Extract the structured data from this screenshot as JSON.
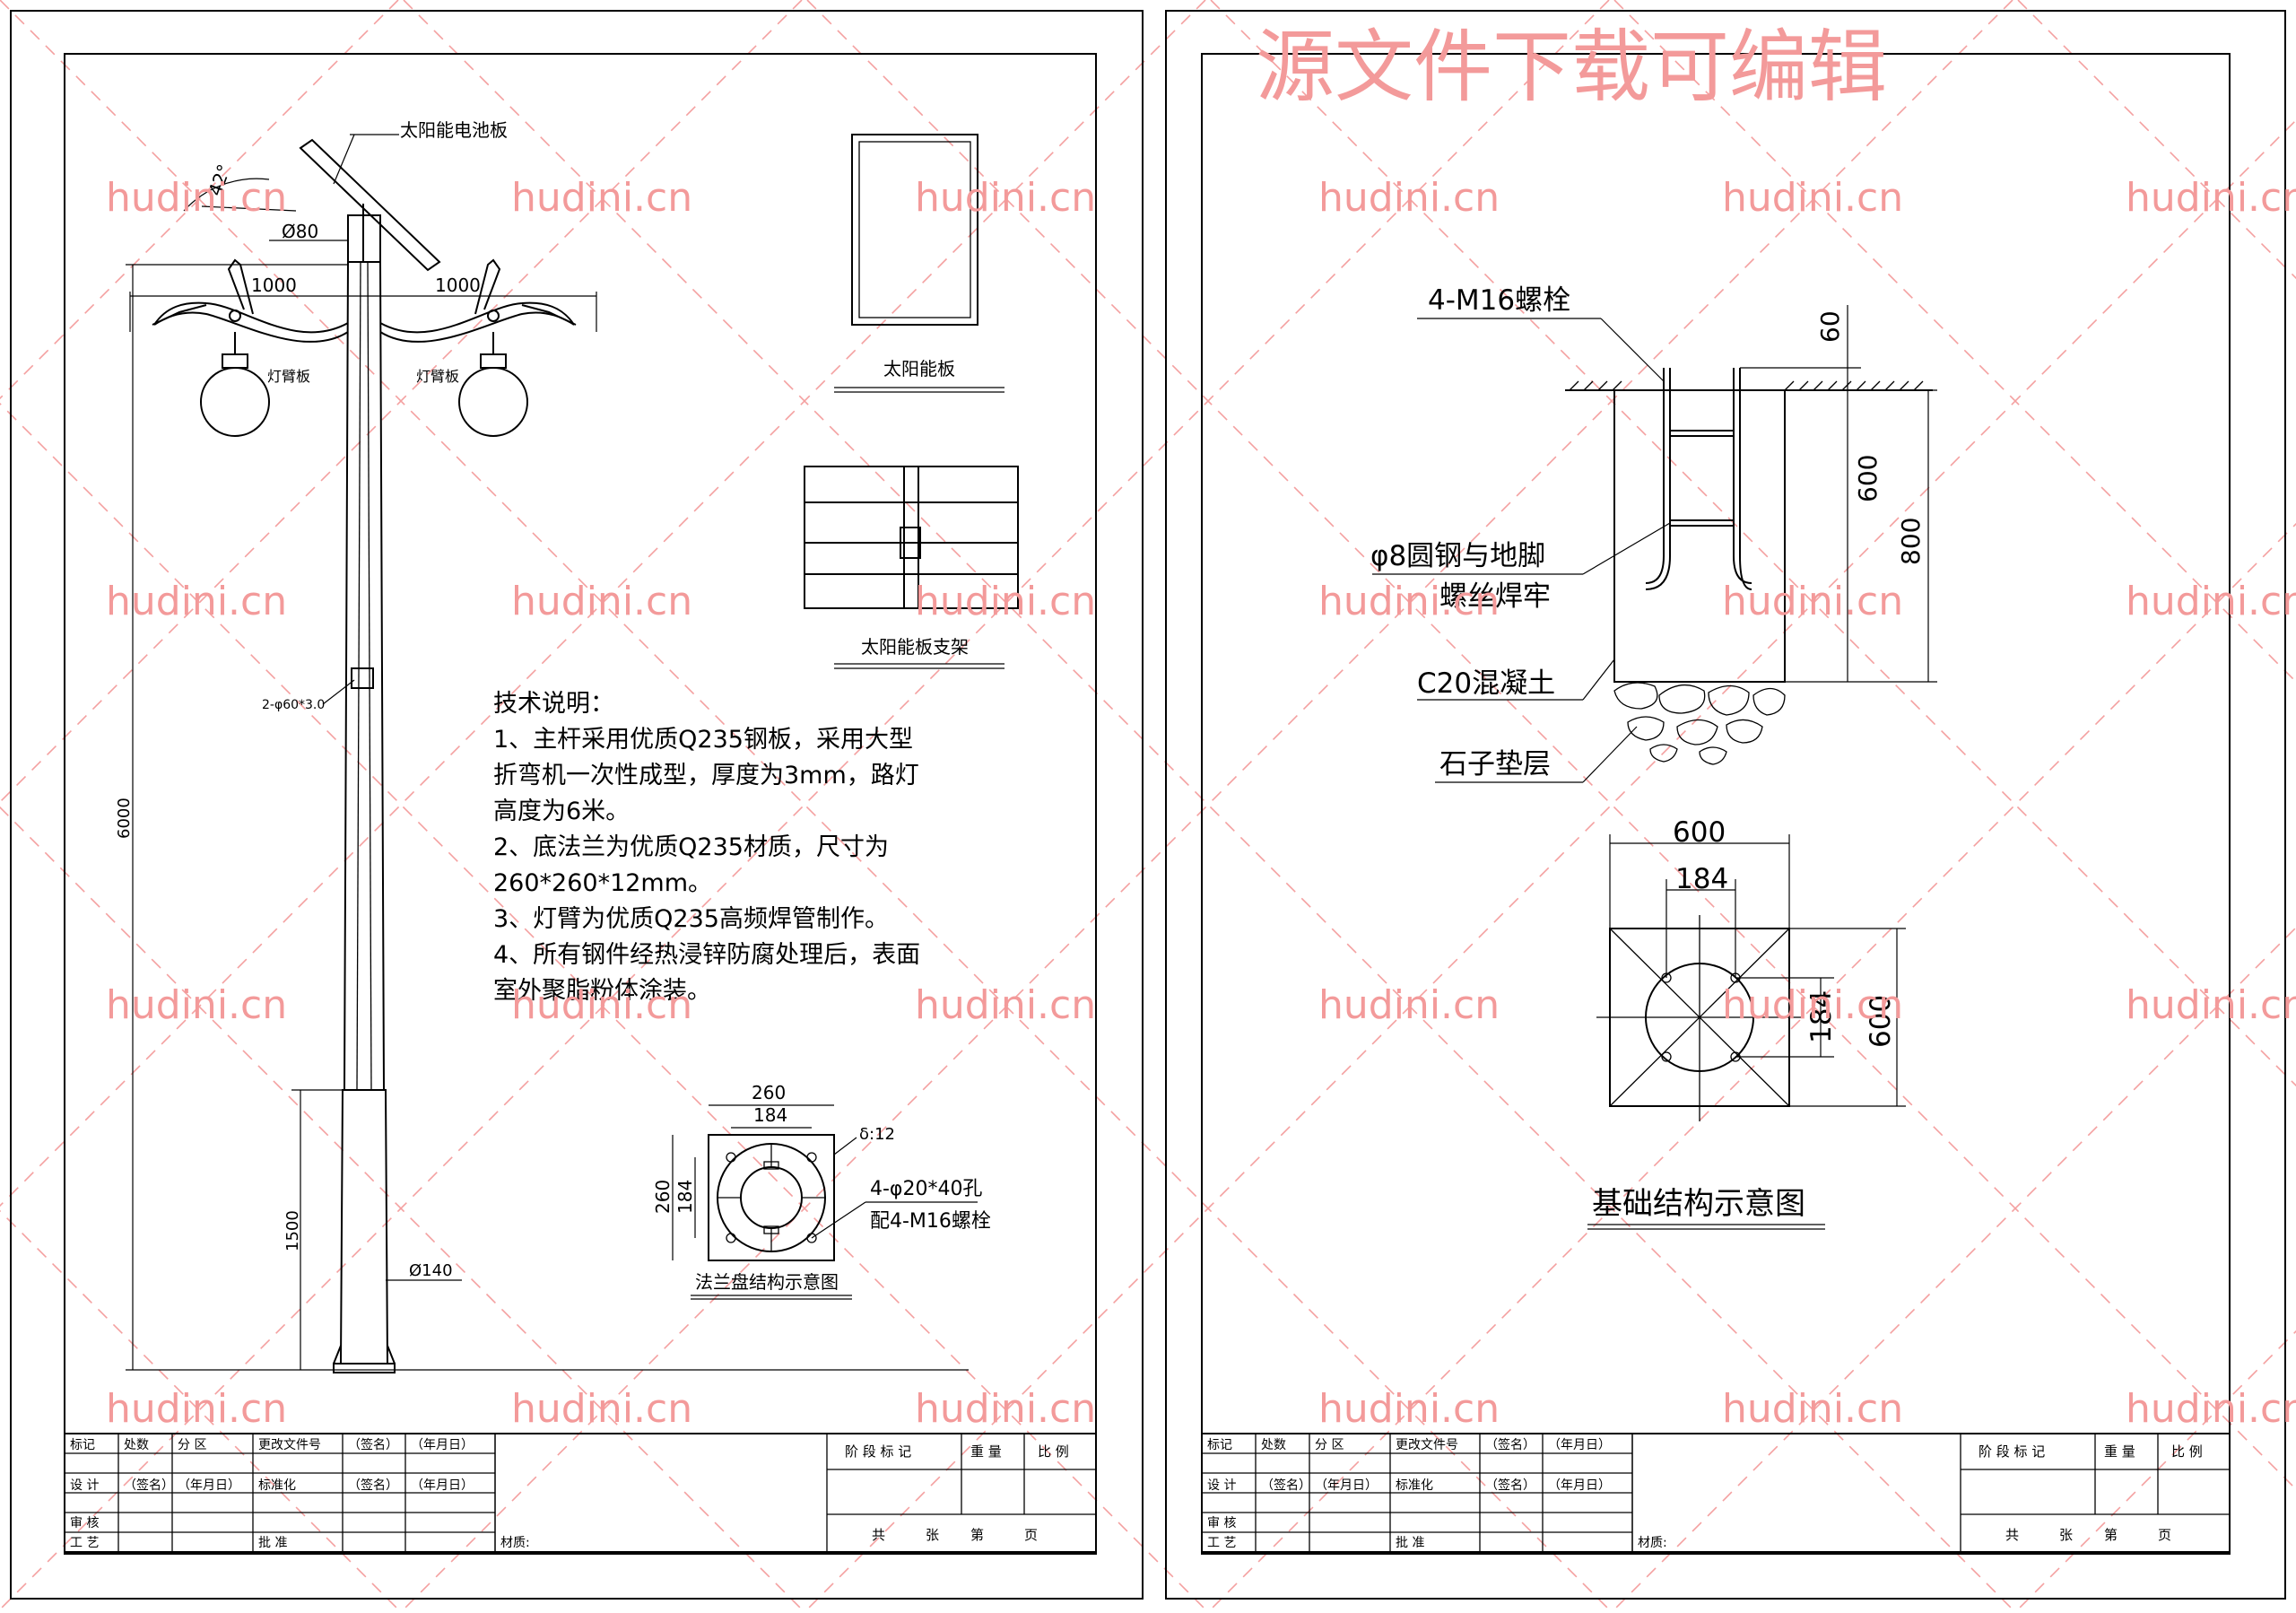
{
  "watermarks": {
    "site": "hudini.cn",
    "banner": "源文件下载可编辑"
  },
  "left_sheet": {
    "labels": {
      "solar_panel": "太阳能电池板",
      "angle": "42°",
      "top_diameter": "Ø80",
      "arm_left_length": "1000",
      "arm_right_length": "1000",
      "arm_plate_left": "灯臂板",
      "arm_plate_right": "灯臂板",
      "joint_pipe": "2-φ60*3.0",
      "pole_height": "6000",
      "base_height": "1500",
      "bottom_diameter": "Ø140"
    },
    "solar_panel_caption": "太阳能板",
    "solar_frame_caption": "太阳能板支架",
    "notes_title": "技术说明：",
    "notes": [
      "1、主杆采用优质Q235钢板，采用大型",
      "折弯机一次性成型，厚度为3mm，路灯",
      "高度为6米。",
      "2、底法兰为优质Q235材质，尺寸为",
      "260*260*12mm。",
      "3、灯臂为优质Q235高频焊管制作。",
      "4、所有钢件经热浸锌防腐处理后，表面",
      "室外聚脂粉体涂装。"
    ],
    "flange": {
      "width_outer": "260",
      "width_inner": "184",
      "height_outer": "260",
      "height_inner": "184",
      "thickness": "δ:12",
      "holes": "4-φ20*40孔",
      "bolts": "配4-M16螺栓",
      "caption": "法兰盘结构示意图"
    }
  },
  "right_sheet": {
    "labels": {
      "bolts": "4-M16螺栓",
      "top_offset": "60",
      "embed_depth": "600",
      "total_depth": "800",
      "rebar_line1": "φ8圆钢与地脚",
      "rebar_line2": "螺丝焊牢",
      "concrete": "C20混凝土",
      "gravel": "石子垫层"
    },
    "plan": {
      "width_outer": "600",
      "width_inner": "184",
      "height_inner": "184",
      "height_outer": "600"
    },
    "caption": "基础结构示意图"
  },
  "title_block": {
    "r1": [
      "标记",
      "处数",
      "分 区",
      "更改文件号",
      "（签名）",
      "（年月日）"
    ],
    "stage_marks": "阶 段 标 记",
    "weight": "重 量",
    "scale": "比 例",
    "design": "设 计",
    "sign": "（签名）",
    "date": "（年月日）",
    "standardize": "标准化",
    "review": "审 核",
    "process": "工 艺",
    "approve": "批 准",
    "material": "材质:",
    "sheets": [
      "共",
      "张",
      "第",
      "页"
    ]
  }
}
